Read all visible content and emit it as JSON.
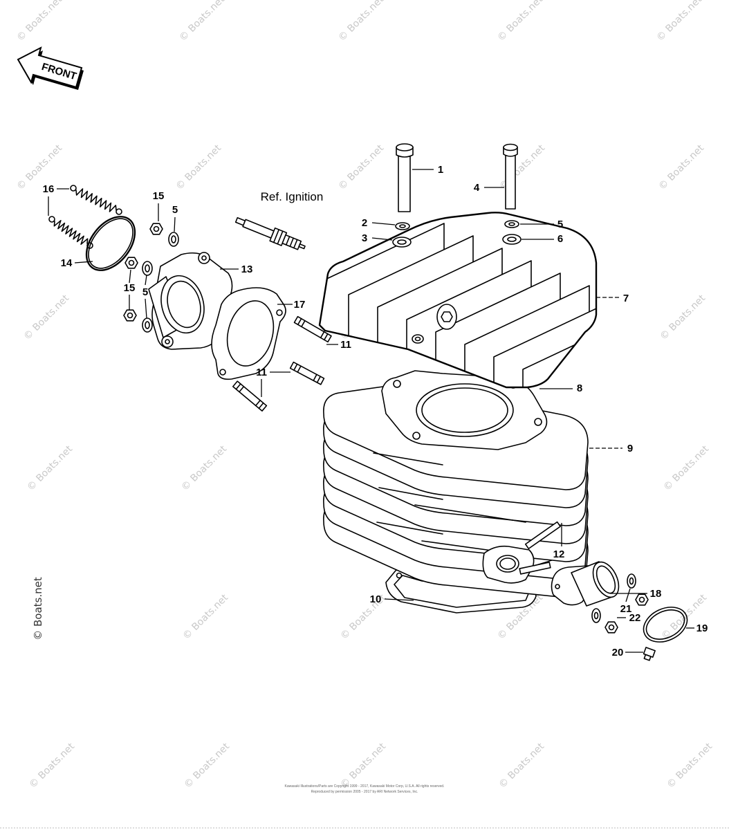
{
  "diagram": {
    "front_label": "FRONT",
    "ref_label": "Ref. Ignition",
    "callouts": [
      "16",
      "15",
      "5",
      "1",
      "4",
      "2",
      "5",
      "3",
      "6",
      "14",
      "13",
      "15",
      "5",
      "17",
      "7",
      "11",
      "11",
      "8",
      "9",
      "12",
      "18",
      "10",
      "21",
      "22",
      "19",
      "20"
    ],
    "watermark": "© Boats.net",
    "footer": {
      "line1": "Kawasaki Illustrations/Parts are Copyright 1999 - 2017, Kawasaki Motor Corp, U.S.A. All rights reserved.",
      "line2": "Reproduced by permission 2005 - 2017 by ARI Network Services, Inc."
    }
  },
  "colors": {
    "line": "#000000",
    "background": "#ffffff",
    "watermark": "#c9c9c9"
  }
}
